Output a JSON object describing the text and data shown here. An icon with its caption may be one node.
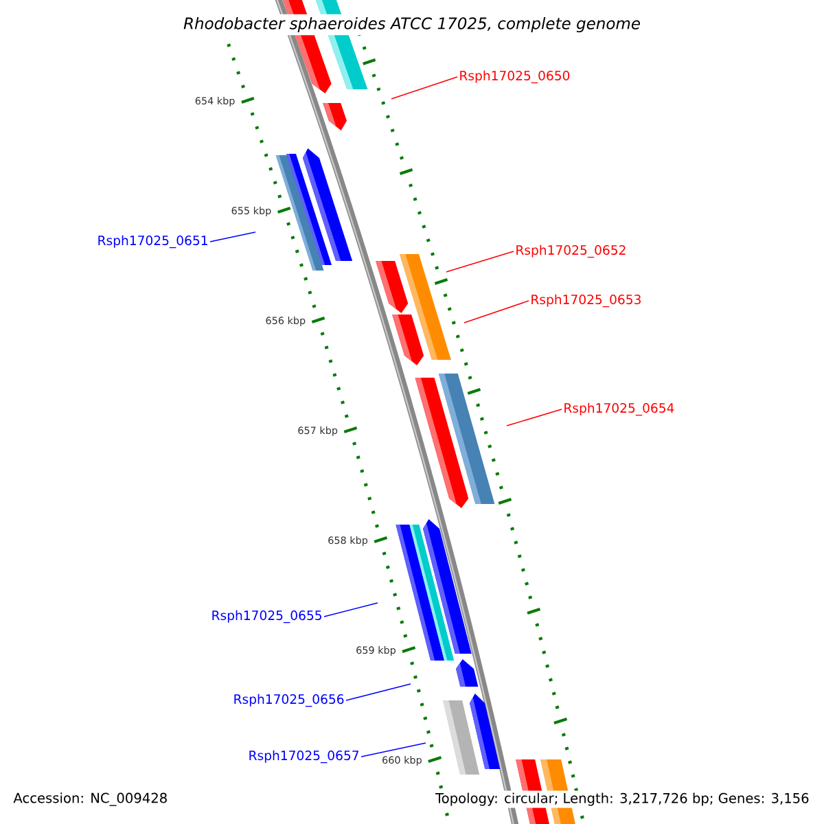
{
  "diagram": {
    "title": "Rhodobacter sphaeroides ATCC 17025, complete genome",
    "nodes": [
      {
        "text": [
          "Rsph17025_0650"
        ]
      },
      {
        "text": [
          "Rsph17025_0651"
        ]
      },
      {
        "text": [
          "Rsph17025_0652"
        ]
      },
      {
        "text": [
          "Rsph17025_0653"
        ]
      },
      {
        "text": [
          "Rsph17025_0654"
        ]
      },
      {
        "text": [
          "Rsph17025_0655"
        ]
      },
      {
        "text": [
          "Rsph17025_0656"
        ]
      },
      {
        "text": [
          "Rsph17025_0657"
        ]
      }
    ],
    "edges": [
      {
        "from": 0,
        "to": null,
        "arrow": "none",
        "color": "#ff0000"
      },
      {
        "from": 1,
        "to": null,
        "arrow": "none",
        "color": "#0000ff"
      },
      {
        "from": 2,
        "to": null,
        "arrow": "none",
        "color": "#ff0000"
      },
      {
        "from": 3,
        "to": null,
        "arrow": "none",
        "color": "#ff0000"
      },
      {
        "from": 4,
        "to": null,
        "arrow": "none",
        "color": "#ff0000"
      },
      {
        "from": 5,
        "to": null,
        "arrow": "none",
        "color": "#0000ff"
      },
      {
        "from": 6,
        "to": null,
        "arrow": "none",
        "color": "#0000ff"
      },
      {
        "from": 7,
        "to": null,
        "arrow": "none",
        "color": "#0000ff"
      }
    ],
    "labels": [
      "654 kbp",
      "655 kbp",
      "656 kbp",
      "657 kbp",
      "658 kbp",
      "659 kbp",
      "660 kbp",
      "Accession: NC_009428",
      "Topology: circular; Length: 3,217,726 bp; Genes: 3,156"
    ]
  }
}
